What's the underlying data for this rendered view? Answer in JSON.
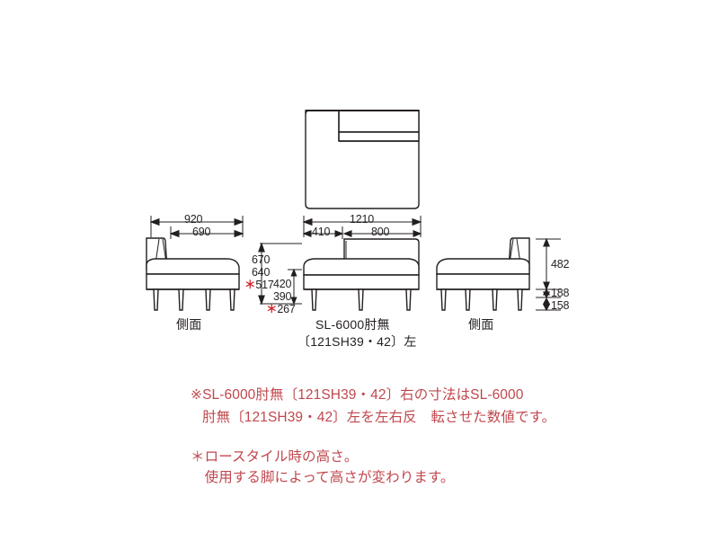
{
  "document": {
    "type": "furniture-dimension-drawing",
    "units": "mm"
  },
  "views": {
    "plan": {
      "name": "plan-view",
      "label": ""
    },
    "left_side": {
      "label": "側面"
    },
    "front": {
      "label_line1": "SL-6000肘無",
      "label_line2": "〔121SH39・42〕左"
    },
    "right_side": {
      "label": "側面"
    }
  },
  "dimensions": {
    "left_outer": "920",
    "left_inner": "690",
    "front_total": "1210",
    "front_part_a": "410",
    "front_part_b": "800",
    "height_back_total": "670",
    "height_back_second": "640",
    "height_back_low": "517",
    "height_seat_total": "420",
    "height_seat_second": "390",
    "height_seat_low": "267",
    "right_back_height": "482",
    "right_seat_gap": "188",
    "right_leg_height": "158",
    "star_marker": "＊"
  },
  "notes": {
    "note1_line1": "※SL-6000肘無〔121SH39・42〕右の寸法はSL-6000",
    "note1_line2": "肘無〔121SH39・42〕左を左右反　転させた数値です。",
    "note2_line1": "＊ロースタイル時の高さ。",
    "note2_line2": "　使用する脚によって高さが変わります。"
  },
  "colors": {
    "line": "#231f20",
    "note_red": "#c0484e",
    "star_red": "#d1252c",
    "background": "#ffffff"
  }
}
